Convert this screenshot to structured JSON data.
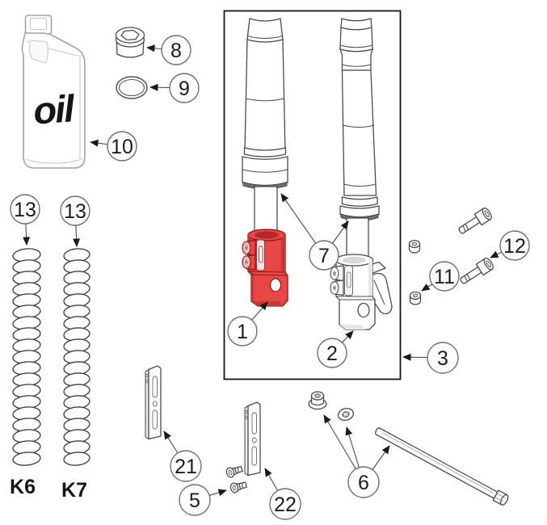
{
  "page": {
    "background": "#ffffff"
  },
  "labels": {
    "oil_bottle": "oil",
    "spring_left": "K6",
    "spring_right": "K7"
  },
  "callouts": {
    "c1": "1",
    "c2": "2",
    "c3": "3",
    "c5": "5",
    "c6": "6",
    "c7": "7",
    "c8": "8",
    "c9": "9",
    "c10": "10",
    "c11": "11",
    "c12": "12",
    "c13_left": "13",
    "c13_right": "13",
    "c21": "21",
    "c22": "22"
  },
  "colors": {
    "highlight_red": "#e94646",
    "outline": "#4b4b4b",
    "box_border": "#141414"
  }
}
